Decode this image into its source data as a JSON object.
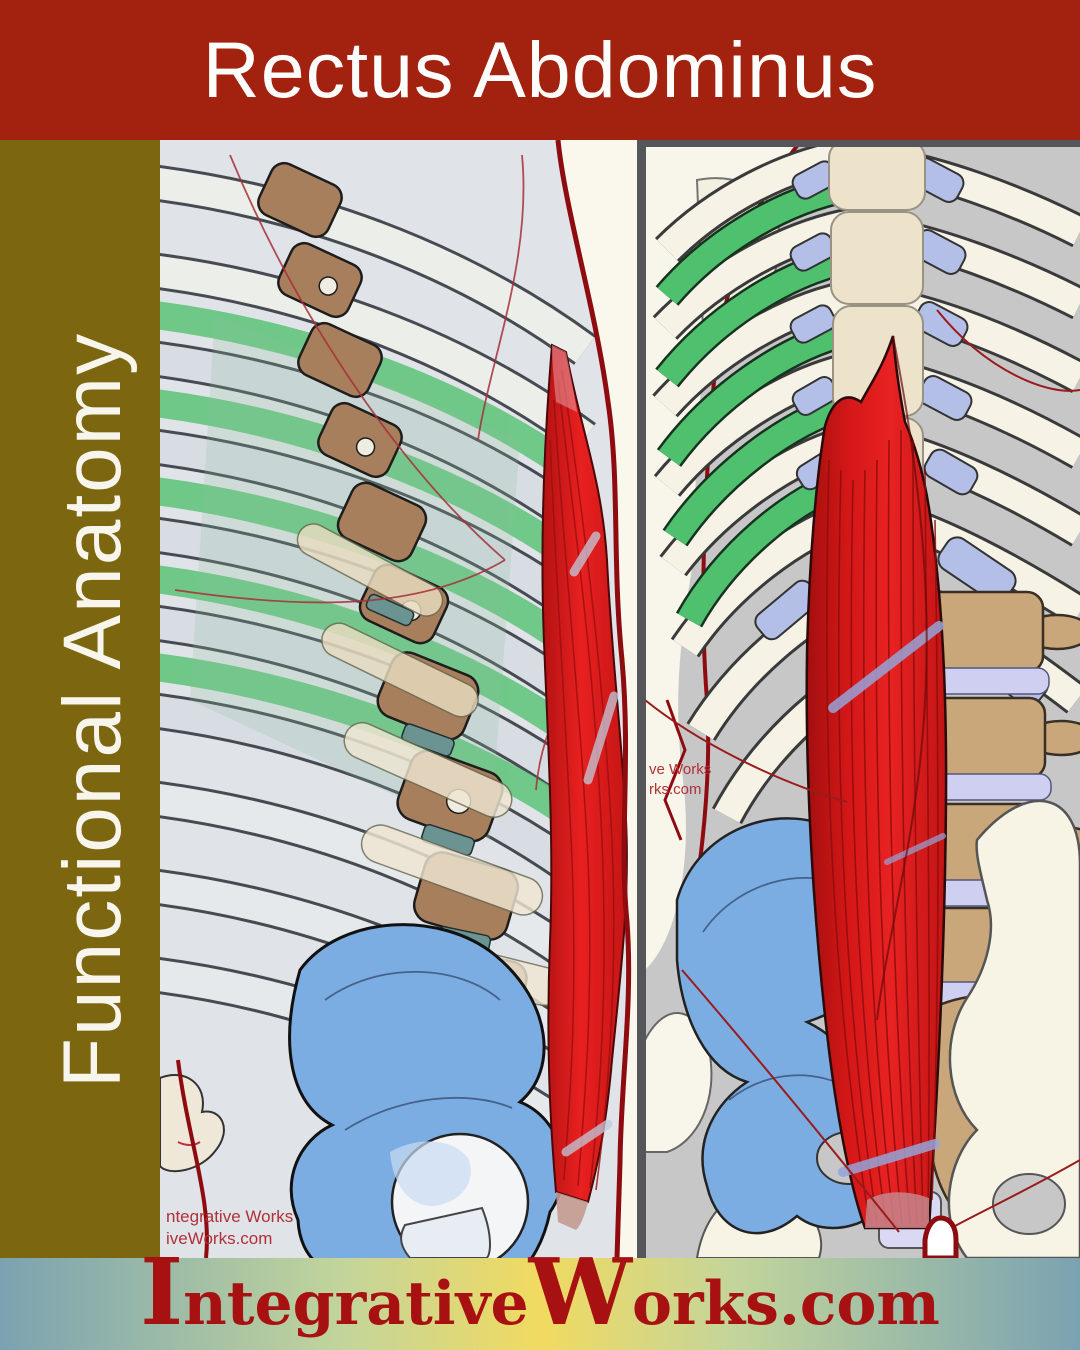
{
  "header": {
    "title": "Rectus Abdominus"
  },
  "sidebar": {
    "label": "Functional Anatomy"
  },
  "footer": {
    "brand": {
      "cap1": "I",
      "part1": "ntegrative",
      "cap2": "W",
      "part2": "orks.com"
    }
  },
  "panels": {
    "left": {
      "watermark1": "ntegrative Works",
      "watermark2": "iveWorks.com"
    },
    "right": {
      "watermark1": "ve Works",
      "watermark2": "rks.com"
    }
  },
  "palette": {
    "header_red": "#A3220F",
    "sidebar_olive": "#7C6710",
    "footer_text_red": "#A81111",
    "footer_gradient": [
      "#7BA2B1",
      "#C3D59B",
      "#F1DA60"
    ],
    "muscle_red": "#E11C1C",
    "muscle_dark_red": "#A30F0F",
    "rib_green": "#4EC06E",
    "intercostal_green": "#66C680",
    "pelvis_blue": "#7CADE2",
    "bone_cream": "#F6F3E6",
    "rib_gray_blue": "#D8DDE4",
    "cartilage_periwinkle": "#B3BFE6",
    "spine_tan": "#C9A77B",
    "vertebra_brown": "#A87F5C",
    "disc_lavender": "#CFCFF2",
    "outline_dark_red": "#8E0B10",
    "panel_left_bg": "#FAF8EC",
    "panel_right_bg": "#C7C7C8",
    "watermark_red": "#B13038"
  }
}
